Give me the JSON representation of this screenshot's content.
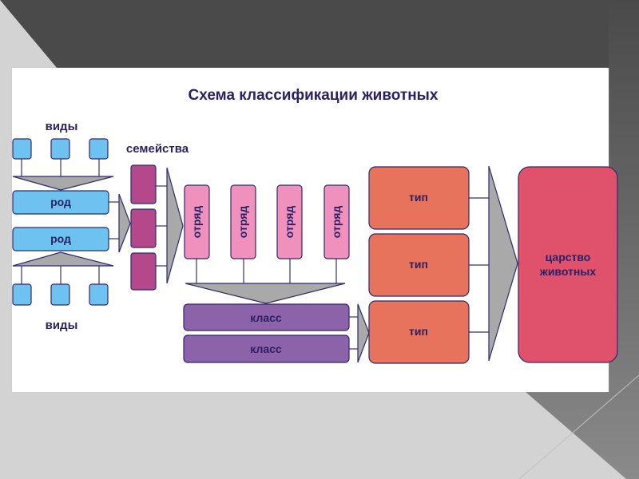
{
  "title": "Схема классификации животных",
  "labels": {
    "species_top": "виды",
    "species_bottom": "виды",
    "families": "семейства"
  },
  "genus": [
    "род",
    "род"
  ],
  "orders": [
    "отряд",
    "отряд",
    "отряд",
    "отряд"
  ],
  "classes": [
    "класс",
    "класс"
  ],
  "phyla": [
    "тип",
    "тип",
    "тип"
  ],
  "kingdom": [
    "царство",
    "животных"
  ],
  "colors": {
    "species": "#6ec2f0",
    "genus": "#6ec2f0",
    "family": "#b5488a",
    "order": "#f090bc",
    "class": "#8c62a8",
    "phylum": "#e8735c",
    "kingdom": "#e0526c",
    "outline": "#2e2a6b",
    "arrow": "#a9a9a9",
    "text": "#2b1f63"
  }
}
